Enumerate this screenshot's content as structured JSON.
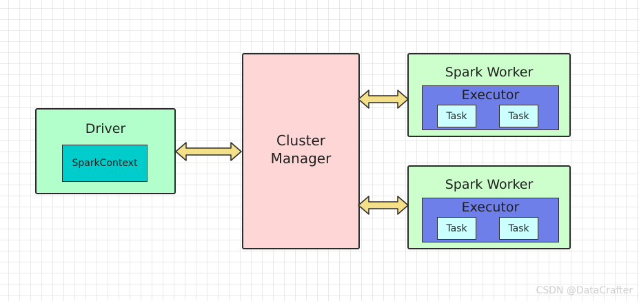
{
  "driver": {
    "title": "Driver",
    "context_label": "SparkContext"
  },
  "cluster_manager": {
    "line1": "Cluster",
    "line2": "Manager"
  },
  "workers": [
    {
      "title": "Spark Worker",
      "executor": {
        "title": "Executor",
        "tasks": [
          "Task",
          "Task"
        ]
      }
    },
    {
      "title": "Spark Worker",
      "executor": {
        "title": "Executor",
        "tasks": [
          "Task",
          "Task"
        ]
      }
    }
  ],
  "watermark": "CSDN @DataCrafter",
  "colors": {
    "driver_fill": "#b3ffcc",
    "context_fill": "#00cccc",
    "cluster_fill": "#ffd6d6",
    "worker_fill": "#ccffcc",
    "executor_fill": "#6f7fea",
    "task_fill": "#ccffff",
    "arrow_fill": "#f5e08a"
  }
}
